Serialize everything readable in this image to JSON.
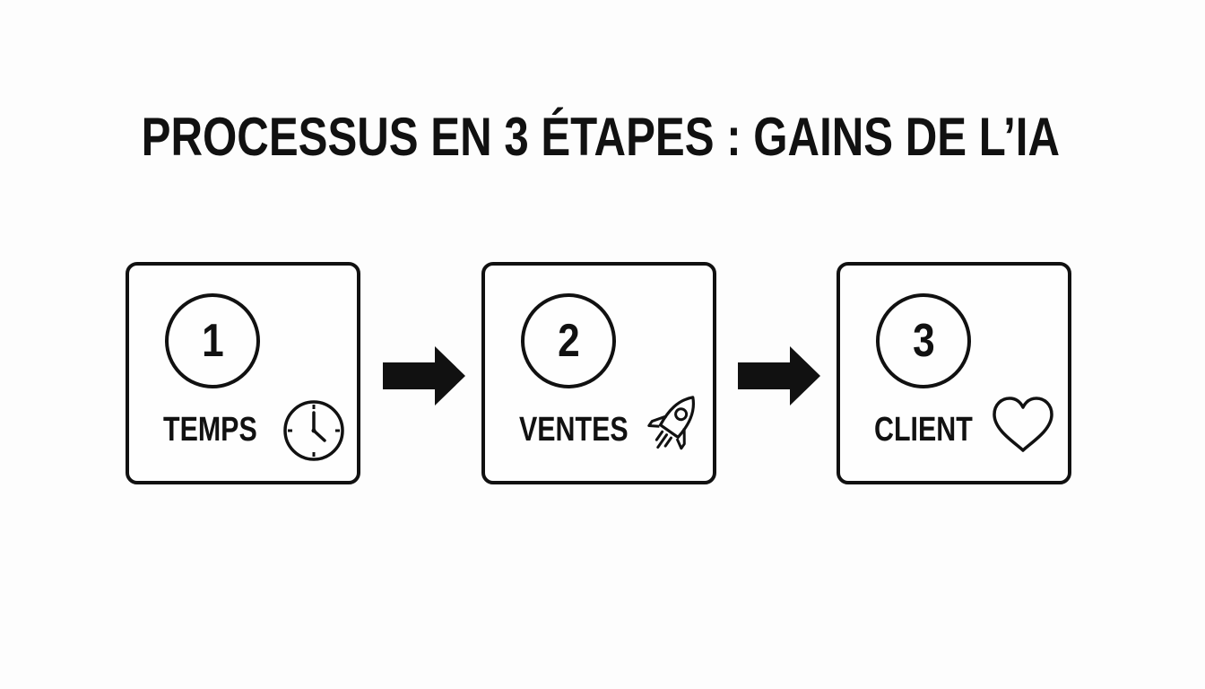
{
  "title": "PROCESSUS EN 3 ÉTAPES : GAINS DE L’IA",
  "steps": [
    {
      "number": "1",
      "label": "TEMPS",
      "icon": "clock-icon"
    },
    {
      "number": "2",
      "label": "VENTES",
      "icon": "rocket-icon"
    },
    {
      "number": "3",
      "label": "CLIENT",
      "icon": "heart-icon"
    }
  ],
  "colors": {
    "stroke": "#111111",
    "background": "#fdfdfd"
  }
}
